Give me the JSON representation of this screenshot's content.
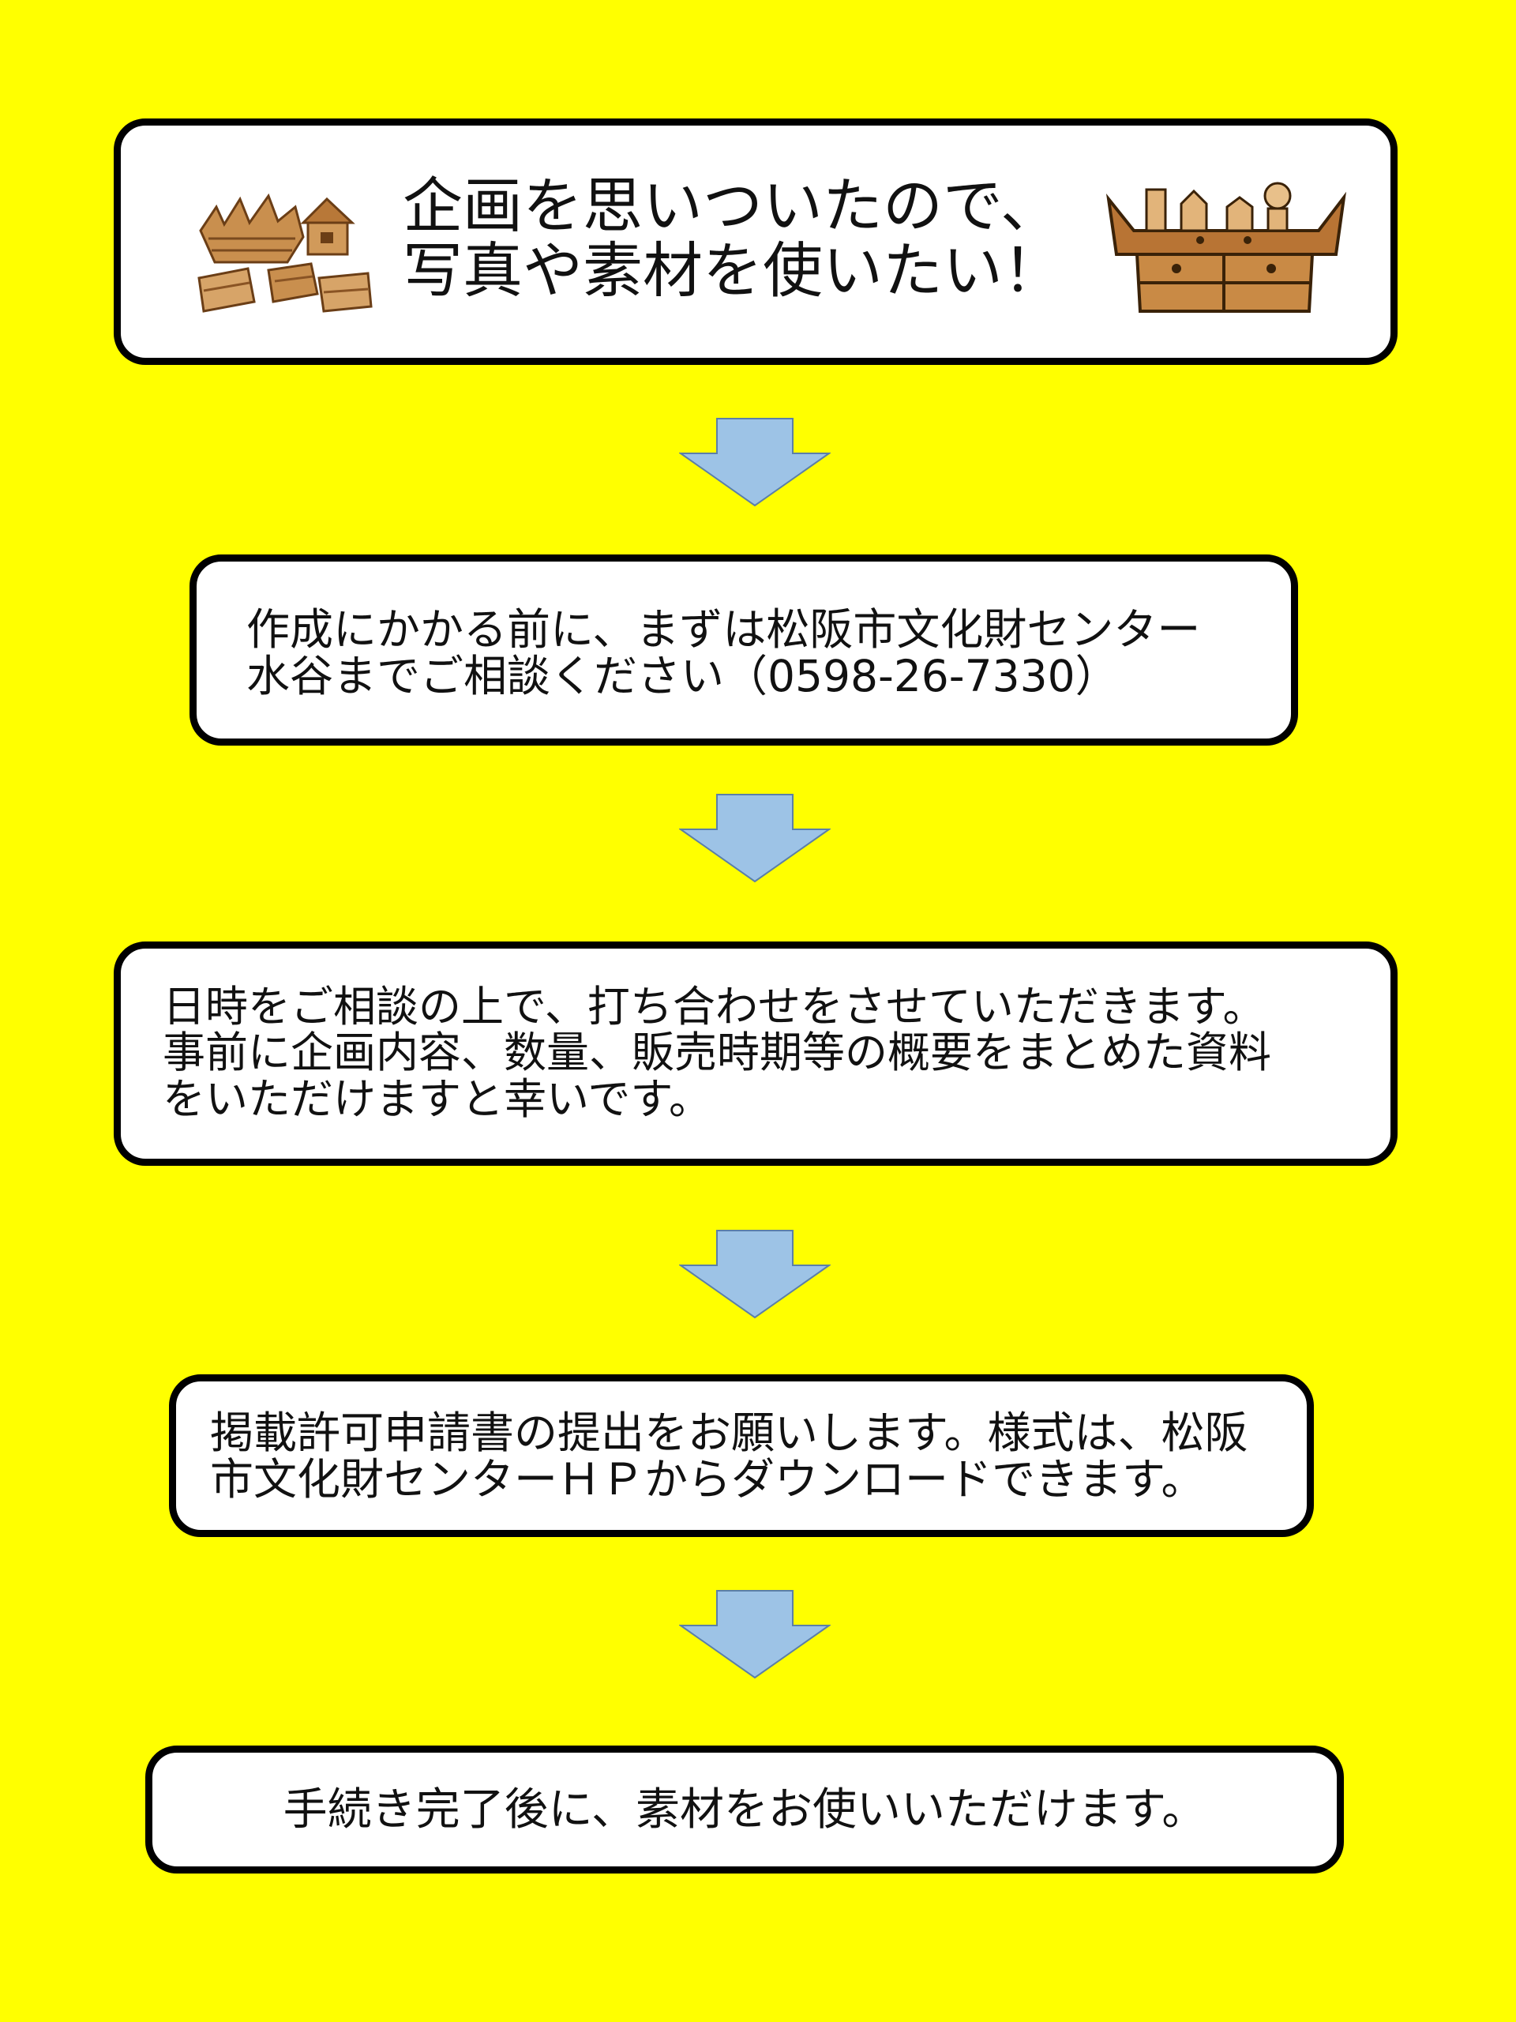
{
  "colors": {
    "background": "#FFFF00",
    "box_fill": "#FFFFFF",
    "box_border": "#000000",
    "arrow_fill": "#9DC3E6",
    "arrow_stroke": "#5B7FA8"
  },
  "step1": {
    "line1": "企画を思いついたので、",
    "line2": "写真や素材を使いたい！",
    "left_image": "haniwa-boat-photo",
    "right_image": "haniwa-boat-illustration"
  },
  "step2": {
    "line1": "作成にかかる前に、まずは松阪市文化財センター",
    "line2": "水谷までご相談ください（0598-26-7330）"
  },
  "step3": {
    "line1": "日時をご相談の上で、打ち合わせをさせていただきます。",
    "line2": "事前に企画内容、数量、販売時期等の概要をまとめた資料",
    "line3": "をいただけますと幸いです。"
  },
  "step4": {
    "line1": "掲載許可申請書の提出をお願いします。様式は、松阪",
    "line2": "市文化財センターＨＰからダウンロードできます。"
  },
  "step5": {
    "line1": "手続き完了後に、素材をお使いいただけます。"
  },
  "arrow_icon": "down-arrow-icon"
}
